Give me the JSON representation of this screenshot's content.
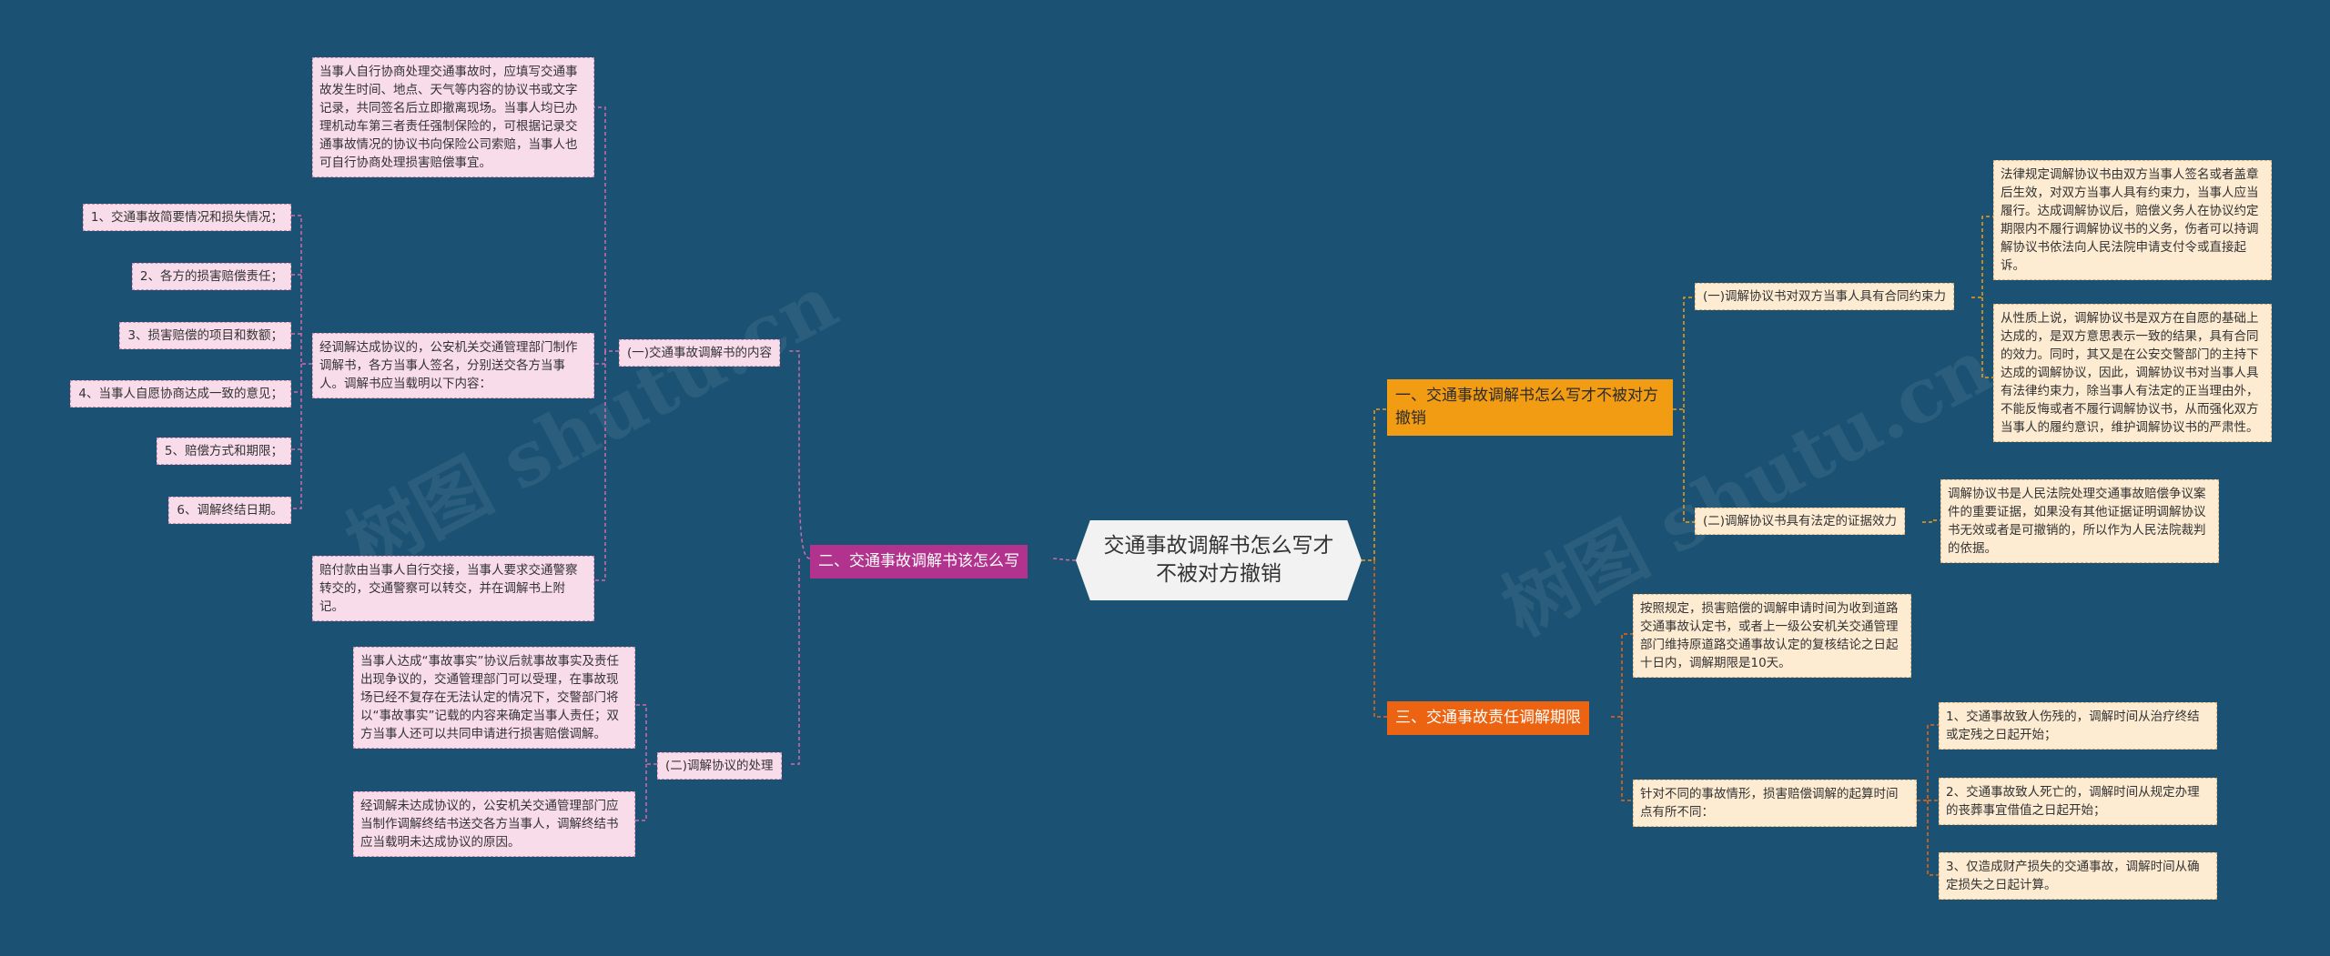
{
  "watermark": "树图 shutu.cn",
  "central": "交通事故调解书怎么写才不被对方撤销",
  "left_branch": {
    "title": "二、交通事故调解书该怎么写",
    "sub1": {
      "label": "(一)交通事故调解书的内容",
      "notes": [
        "当事人自行协商处理交通事故时，应填写交通事故发生时间、地点、天气等内容的协议书或文字记录，共同签名后立即撤离现场。当事人均已办理机动车第三者责任强制保险的，可根据记录交通事故情况的协议书向保险公司索赔，当事人也可自行协商处理损害赔偿事宜。",
        "经调解达成协议的，公安机关交通管理部门制作调解书，各方当事人签名，分别送交各方当事人。调解书应当载明以下内容：",
        "赔付款由当事人自行交接，当事人要求交通警察转交的，交通警察可以转交，并在调解书上附记。"
      ],
      "items": [
        "1、交通事故简要情况和损失情况；",
        "2、各方的损害赔偿责任；",
        "3、损害赔偿的项目和数额；",
        "4、当事人自愿协商达成一致的意见；",
        "5、赔偿方式和期限；",
        "6、调解终结日期。"
      ]
    },
    "sub2": {
      "label": "(二)调解协议的处理",
      "notes": [
        "当事人达成“事故事实”协议后就事故事实及责任出现争议的，交通管理部门可以受理，在事故现场已经不复存在无法认定的情况下，交警部门将以“事故事实”记载的内容来确定当事人责任；双方当事人还可以共同申请进行损害赔偿调解。",
        "经调解未达成协议的，公安机关交通管理部门应当制作调解终结书送交各方当事人，调解终结书应当载明未达成协议的原因。"
      ]
    }
  },
  "right_branch1": {
    "title": "一、交通事故调解书怎么写才不被对方撤销",
    "sub1": {
      "label": "(一)调解协议书对双方当事人具有合同约束力",
      "notes": [
        "法律规定调解协议书由双方当事人签名或者盖章后生效，对双方当事人具有约束力，当事人应当履行。达成调解协议后，赔偿义务人在协议约定期限内不履行调解协议书的义务，伤者可以持调解协议书依法向人民法院申请支付令或直接起诉。",
        "从性质上说，调解协议书是双方在自愿的基础上达成的，是双方意思表示一致的结果，具有合同的效力。同时，其又是在公安交警部门的主持下达成的调解协议，因此，调解协议书对当事人具有法律约束力，除当事人有法定的正当理由外，不能反悔或者不履行调解协议书，从而强化双方当事人的履约意识，维护调解协议书的严肃性。"
      ]
    },
    "sub2": {
      "label": "(二)调解协议书具有法定的证据效力",
      "notes": [
        "调解协议书是人民法院处理交通事故赔偿争议案件的重要证据，如果没有其他证据证明调解协议书无效或者是可撤销的，所以作为人民法院裁判的依据。"
      ]
    }
  },
  "right_branch2": {
    "title": "三、交通事故责任调解期限",
    "note": "按照规定，损害赔偿的调解申请时间为收到道路交通事故认定书，或者上一级公安机关交通管理部门维持原道路交通事故认定的复核结论之日起十日内，调解期限是10天。",
    "sub": {
      "label": "针对不同的事故情形，损害赔偿调解的起算时间点有所不同：",
      "items": [
        "1、交通事故致人伤残的，调解时间从治疗终结或定残之日起开始；",
        "2、交通事故致人死亡的，调解时间从规定办理的丧葬事宜借值之日起开始；",
        "3、仅造成财产损失的交通事故，调解时间从确定损失之日起计算。"
      ]
    }
  },
  "colors": {
    "background": "#1b5273",
    "left_branch": "#b1338d",
    "right_branch1": "#f29c13",
    "right_branch2": "#ec6411",
    "pink_box": "#f9dcea",
    "cream_box": "#fdebd2"
  }
}
